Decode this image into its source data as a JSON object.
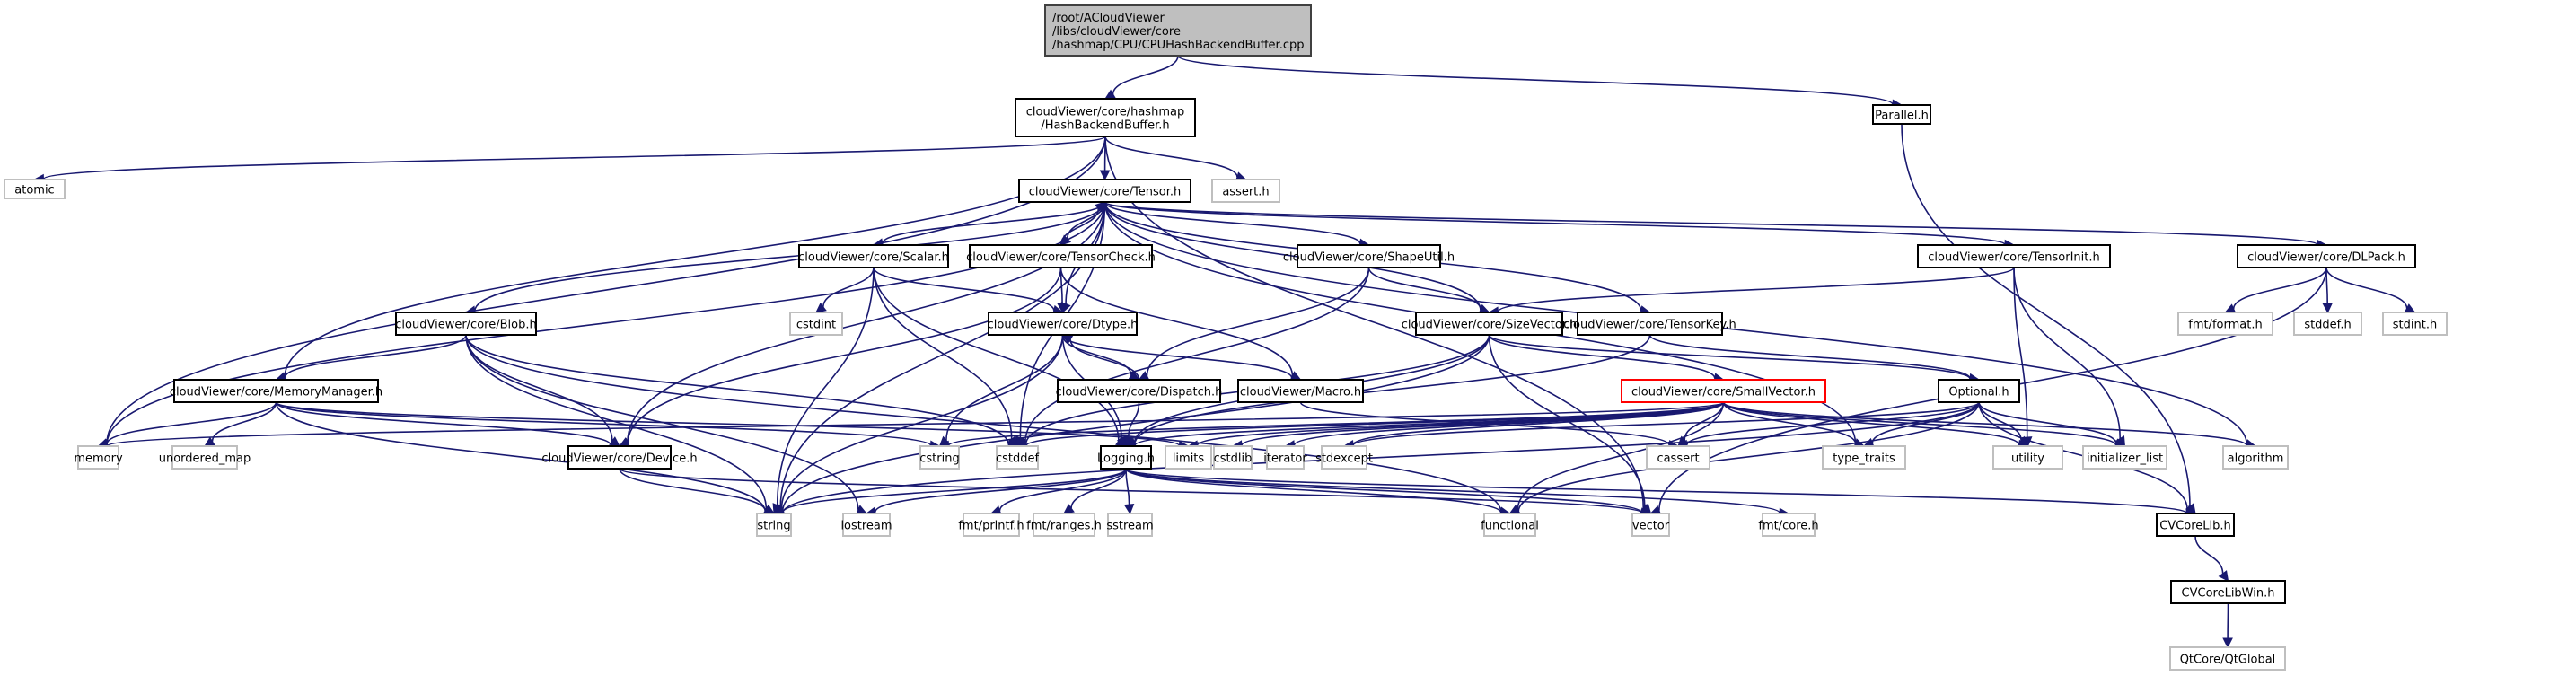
{
  "title": "Include dependency graph for CPUHashBackendBuffer.cpp",
  "colors": {
    "edge": "#191970",
    "main_fill": "#bfbfbf",
    "local_border": "#000000",
    "system_border": "#bfbfbf",
    "highlight_border": "#ff0000"
  },
  "nodes": [
    {
      "id": "cpp",
      "label": [
        "/root/ACloudViewer",
        "/libs/cloudViewer/core",
        "/hashmap/CPU/CPUHashBackendBuffer.cpp"
      ],
      "kind": "main"
    },
    {
      "id": "hbb",
      "label": [
        "cloudViewer/core/hashmap",
        "/HashBackendBuffer.h"
      ],
      "kind": "local"
    },
    {
      "id": "parallel",
      "label": [
        "Parallel.h"
      ],
      "kind": "local"
    },
    {
      "id": "atomic",
      "label": [
        "atomic"
      ],
      "kind": "sys"
    },
    {
      "id": "tensor",
      "label": [
        "cloudViewer/core/Tensor.h"
      ],
      "kind": "local"
    },
    {
      "id": "assert",
      "label": [
        "assert.h"
      ],
      "kind": "sys"
    },
    {
      "id": "scalar",
      "label": [
        "cloudViewer/core/Scalar.h"
      ],
      "kind": "local"
    },
    {
      "id": "tcheck",
      "label": [
        "cloudViewer/core/TensorCheck.h"
      ],
      "kind": "local"
    },
    {
      "id": "shapeutil",
      "label": [
        "cloudViewer/core/ShapeUtil.h"
      ],
      "kind": "local"
    },
    {
      "id": "tinit",
      "label": [
        "cloudViewer/core/TensorInit.h"
      ],
      "kind": "local"
    },
    {
      "id": "dlpack",
      "label": [
        "cloudViewer/core/DLPack.h"
      ],
      "kind": "local"
    },
    {
      "id": "blob",
      "label": [
        "cloudViewer/core/Blob.h"
      ],
      "kind": "local"
    },
    {
      "id": "cstdint",
      "label": [
        "cstdint"
      ],
      "kind": "sys"
    },
    {
      "id": "dtype",
      "label": [
        "cloudViewer/core/Dtype.h"
      ],
      "kind": "local"
    },
    {
      "id": "sizevec",
      "label": [
        "cloudViewer/core/SizeVector.h"
      ],
      "kind": "local"
    },
    {
      "id": "tkey",
      "label": [
        "cloudViewer/core/TensorKey.h"
      ],
      "kind": "local"
    },
    {
      "id": "fmtformat",
      "label": [
        "fmt/format.h"
      ],
      "kind": "sys"
    },
    {
      "id": "stddef",
      "label": [
        "stddef.h"
      ],
      "kind": "sys"
    },
    {
      "id": "stdint",
      "label": [
        "stdint.h"
      ],
      "kind": "sys"
    },
    {
      "id": "memmgr",
      "label": [
        "cloudViewer/core/MemoryManager.h"
      ],
      "kind": "local"
    },
    {
      "id": "dispatch",
      "label": [
        "cloudViewer/core/Dispatch.h"
      ],
      "kind": "local"
    },
    {
      "id": "macro",
      "label": [
        "cloudViewer/Macro.h"
      ],
      "kind": "local"
    },
    {
      "id": "smallvec",
      "label": [
        "cloudViewer/core/SmallVector.h"
      ],
      "kind": "highlight"
    },
    {
      "id": "optional",
      "label": [
        "Optional.h"
      ],
      "kind": "local"
    },
    {
      "id": "memory",
      "label": [
        "memory"
      ],
      "kind": "sys"
    },
    {
      "id": "umap",
      "label": [
        "unordered_map"
      ],
      "kind": "sys"
    },
    {
      "id": "device",
      "label": [
        "cloudViewer/core/Device.h"
      ],
      "kind": "local"
    },
    {
      "id": "cstring",
      "label": [
        "cstring"
      ],
      "kind": "sys"
    },
    {
      "id": "cstddef",
      "label": [
        "cstddef"
      ],
      "kind": "sys"
    },
    {
      "id": "logging",
      "label": [
        "Logging.h"
      ],
      "kind": "local"
    },
    {
      "id": "limits",
      "label": [
        "limits"
      ],
      "kind": "sys"
    },
    {
      "id": "cstdlib",
      "label": [
        "cstdlib"
      ],
      "kind": "sys"
    },
    {
      "id": "iterator",
      "label": [
        "iterator"
      ],
      "kind": "sys"
    },
    {
      "id": "stdexcept",
      "label": [
        "stdexcept"
      ],
      "kind": "sys"
    },
    {
      "id": "cassert",
      "label": [
        "cassert"
      ],
      "kind": "sys"
    },
    {
      "id": "typetraits",
      "label": [
        "type_traits"
      ],
      "kind": "sys"
    },
    {
      "id": "utility",
      "label": [
        "utility"
      ],
      "kind": "sys"
    },
    {
      "id": "initlist",
      "label": [
        "initializer_list"
      ],
      "kind": "sys"
    },
    {
      "id": "algorithm",
      "label": [
        "algorithm"
      ],
      "kind": "sys"
    },
    {
      "id": "string",
      "label": [
        "string"
      ],
      "kind": "sys"
    },
    {
      "id": "iostream",
      "label": [
        "iostream"
      ],
      "kind": "sys"
    },
    {
      "id": "fmtprintf",
      "label": [
        "fmt/printf.h"
      ],
      "kind": "sys"
    },
    {
      "id": "fmtranges",
      "label": [
        "fmt/ranges.h"
      ],
      "kind": "sys"
    },
    {
      "id": "sstream",
      "label": [
        "sstream"
      ],
      "kind": "sys"
    },
    {
      "id": "functional",
      "label": [
        "functional"
      ],
      "kind": "sys"
    },
    {
      "id": "vector",
      "label": [
        "vector"
      ],
      "kind": "sys"
    },
    {
      "id": "fmtcore",
      "label": [
        "fmt/core.h"
      ],
      "kind": "sys"
    },
    {
      "id": "cvcorelib",
      "label": [
        "CVCoreLib.h"
      ],
      "kind": "local"
    },
    {
      "id": "cvcorelibwin",
      "label": [
        "CVCoreLibWin.h"
      ],
      "kind": "local"
    },
    {
      "id": "qtglobal",
      "label": [
        "QtCore/QtGlobal"
      ],
      "kind": "sys"
    }
  ],
  "edges": [
    [
      "cpp",
      "hbb"
    ],
    [
      "cpp",
      "parallel"
    ],
    [
      "hbb",
      "atomic"
    ],
    [
      "hbb",
      "tensor"
    ],
    [
      "hbb",
      "assert"
    ],
    [
      "hbb",
      "memory"
    ],
    [
      "hbb",
      "memmgr"
    ],
    [
      "hbb",
      "vector"
    ],
    [
      "parallel",
      "cvcorelib"
    ],
    [
      "tensor",
      "scalar"
    ],
    [
      "tensor",
      "tcheck"
    ],
    [
      "tensor",
      "shapeutil"
    ],
    [
      "tensor",
      "tinit"
    ],
    [
      "tensor",
      "dlpack"
    ],
    [
      "tensor",
      "blob"
    ],
    [
      "tensor",
      "dtype"
    ],
    [
      "tensor",
      "sizevec"
    ],
    [
      "tensor",
      "tkey"
    ],
    [
      "tensor",
      "memory"
    ],
    [
      "tensor",
      "string"
    ],
    [
      "tensor",
      "device"
    ],
    [
      "tensor",
      "cstddef"
    ],
    [
      "tensor",
      "typetraits"
    ],
    [
      "tensor",
      "algorithm"
    ],
    [
      "tcheck",
      "tensor"
    ],
    [
      "tcheck",
      "dtype"
    ],
    [
      "tcheck",
      "macro"
    ],
    [
      "tcheck",
      "device"
    ],
    [
      "scalar",
      "cstdint"
    ],
    [
      "scalar",
      "dtype"
    ],
    [
      "scalar",
      "string"
    ],
    [
      "scalar",
      "cstddef"
    ],
    [
      "scalar",
      "logging"
    ],
    [
      "shapeutil",
      "sizevec"
    ],
    [
      "shapeutil",
      "dispatch"
    ],
    [
      "shapeutil",
      "cstddef"
    ],
    [
      "tinit",
      "sizevec"
    ],
    [
      "tinit",
      "utility"
    ],
    [
      "tinit",
      "initlist"
    ],
    [
      "dlpack",
      "fmtformat"
    ],
    [
      "dlpack",
      "stddef"
    ],
    [
      "dlpack",
      "stdint"
    ],
    [
      "dlpack",
      "vector"
    ],
    [
      "blob",
      "memmgr"
    ],
    [
      "blob",
      "device"
    ],
    [
      "blob",
      "string"
    ],
    [
      "blob",
      "functional"
    ],
    [
      "blob",
      "iostream"
    ],
    [
      "blob",
      "cstddef"
    ],
    [
      "dtype",
      "dispatch"
    ],
    [
      "dtype",
      "macro"
    ],
    [
      "dtype",
      "cstring"
    ],
    [
      "dtype",
      "string"
    ],
    [
      "dtype",
      "logging"
    ],
    [
      "dispatch",
      "dtype"
    ],
    [
      "dispatch",
      "logging"
    ],
    [
      "sizevec",
      "smallvec"
    ],
    [
      "sizevec",
      "optional"
    ],
    [
      "sizevec",
      "cstddef"
    ],
    [
      "sizevec",
      "string"
    ],
    [
      "sizevec",
      "vector"
    ],
    [
      "sizevec",
      "logging"
    ],
    [
      "tkey",
      "optional"
    ],
    [
      "tkey",
      "logging"
    ],
    [
      "memmgr",
      "memory"
    ],
    [
      "memmgr",
      "umap"
    ],
    [
      "memmgr",
      "device"
    ],
    [
      "memmgr",
      "string"
    ],
    [
      "memmgr",
      "cstring"
    ],
    [
      "memmgr",
      "limits"
    ],
    [
      "device",
      "string"
    ],
    [
      "device",
      "vector"
    ],
    [
      "smallvec",
      "cstring"
    ],
    [
      "smallvec",
      "cstddef"
    ],
    [
      "smallvec",
      "memory"
    ],
    [
      "smallvec",
      "limits"
    ],
    [
      "smallvec",
      "cstdlib"
    ],
    [
      "smallvec",
      "iterator"
    ],
    [
      "smallvec",
      "stdexcept"
    ],
    [
      "smallvec",
      "cassert"
    ],
    [
      "smallvec",
      "typetraits"
    ],
    [
      "smallvec",
      "utility"
    ],
    [
      "smallvec",
      "initlist"
    ],
    [
      "smallvec",
      "algorithm"
    ],
    [
      "smallvec",
      "functional"
    ],
    [
      "smallvec",
      "logging"
    ],
    [
      "optional",
      "cassert"
    ],
    [
      "optional",
      "typetraits"
    ],
    [
      "optional",
      "utility"
    ],
    [
      "optional",
      "initlist"
    ],
    [
      "optional",
      "functional"
    ],
    [
      "optional",
      "stdexcept"
    ],
    [
      "optional",
      "string"
    ],
    [
      "optional",
      "cvcorelib"
    ],
    [
      "logging",
      "string"
    ],
    [
      "logging",
      "iostream"
    ],
    [
      "logging",
      "fmtprintf"
    ],
    [
      "logging",
      "fmtranges"
    ],
    [
      "logging",
      "sstream"
    ],
    [
      "logging",
      "functional"
    ],
    [
      "logging",
      "vector"
    ],
    [
      "logging",
      "fmtcore"
    ],
    [
      "logging",
      "cvcorelib"
    ],
    [
      "macro",
      "cassert"
    ],
    [
      "cvcorelib",
      "cvcorelibwin"
    ],
    [
      "cvcorelibwin",
      "qtglobal"
    ]
  ]
}
